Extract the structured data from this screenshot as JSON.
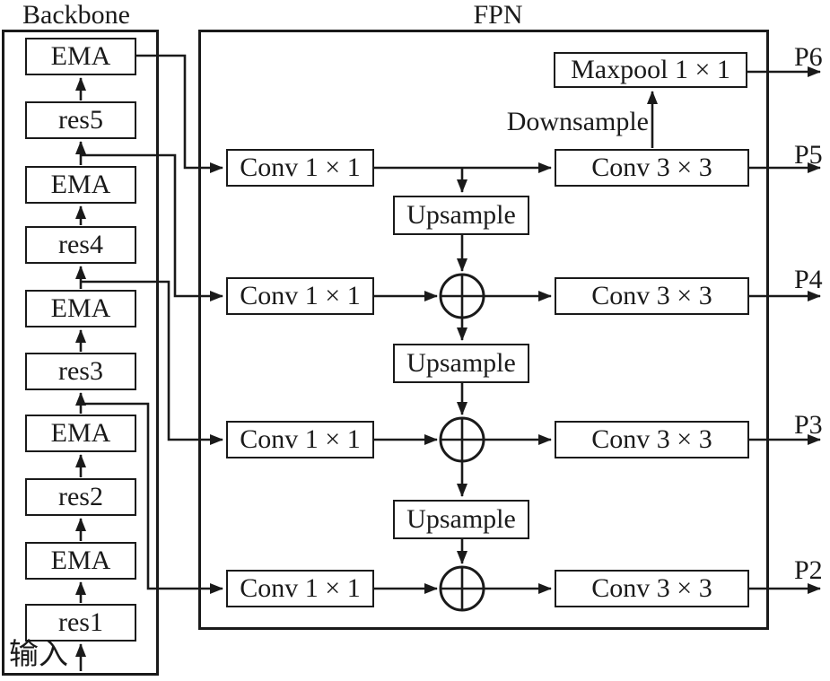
{
  "titles": {
    "backbone": "Backbone",
    "fpn": "FPN"
  },
  "backbone": {
    "blocks": [
      {
        "label": "EMA"
      },
      {
        "label": "res5"
      },
      {
        "label": "EMA"
      },
      {
        "label": "res4"
      },
      {
        "label": "EMA"
      },
      {
        "label": "res3"
      },
      {
        "label": "EMA"
      },
      {
        "label": "res2"
      },
      {
        "label": "EMA"
      },
      {
        "label": "res1"
      }
    ],
    "input_label": "输入"
  },
  "fpn": {
    "maxpool_label": "Maxpool 1 × 1",
    "downsample_label": "Downsample",
    "upsample_labels": [
      "Upsample",
      "Upsample",
      "Upsample"
    ],
    "rows": [
      {
        "conv1": "Conv 1 × 1",
        "conv3": "Conv 3 × 3",
        "output": "P5"
      },
      {
        "conv1": "Conv 1 × 1",
        "conv3": "Conv 3 × 3",
        "output": "P4"
      },
      {
        "conv1": "Conv 1 × 1",
        "conv3": "Conv 3 × 3",
        "output": "P3"
      },
      {
        "conv1": "Conv 1 × 1",
        "conv3": "Conv 3 × 3",
        "output": "P2"
      }
    ],
    "extra_output": "P6"
  },
  "colors": {
    "line": "#1a1a1a",
    "box_fill": "#ffffff"
  }
}
